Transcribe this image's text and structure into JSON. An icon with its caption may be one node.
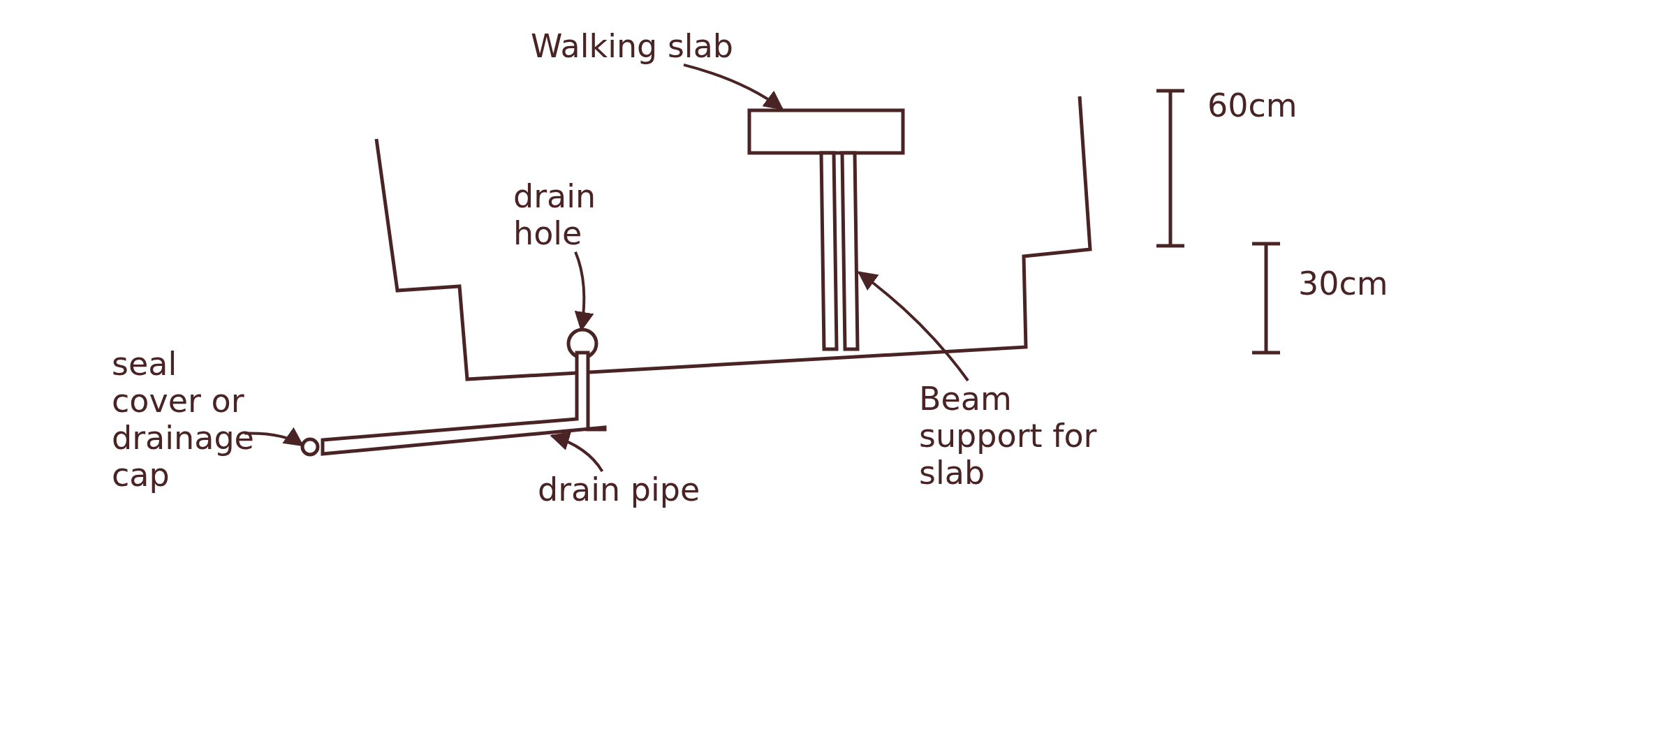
{
  "diagram": {
    "nodes": [
      {
        "text": [
          "Walking slab"
        ]
      },
      {
        "text": [],
        "shape": "box"
      },
      {
        "text": [
          "drain hole"
        ]
      },
      {
        "text": [],
        "shape": "circle"
      },
      {
        "text": [
          "seal cover or drainage cap"
        ]
      },
      {
        "text": [],
        "shape": "circle"
      },
      {
        "text": [
          "drain pipe"
        ]
      },
      {
        "text": [],
        "shape": "bar"
      },
      {
        "text": [
          "Beam support for slab"
        ]
      },
      {
        "text": [],
        "shape": "bar"
      }
    ],
    "edges": [
      {
        "from": 0,
        "to": 1,
        "arrow": "to"
      },
      {
        "from": 2,
        "to": 3,
        "arrow": "to"
      },
      {
        "from": 4,
        "to": 5,
        "arrow": "to"
      },
      {
        "from": 6,
        "to": 7,
        "arrow": "to"
      },
      {
        "from": 8,
        "to": 9,
        "arrow": "to"
      }
    ],
    "labels": [
      "60cm",
      "30cm"
    ]
  }
}
